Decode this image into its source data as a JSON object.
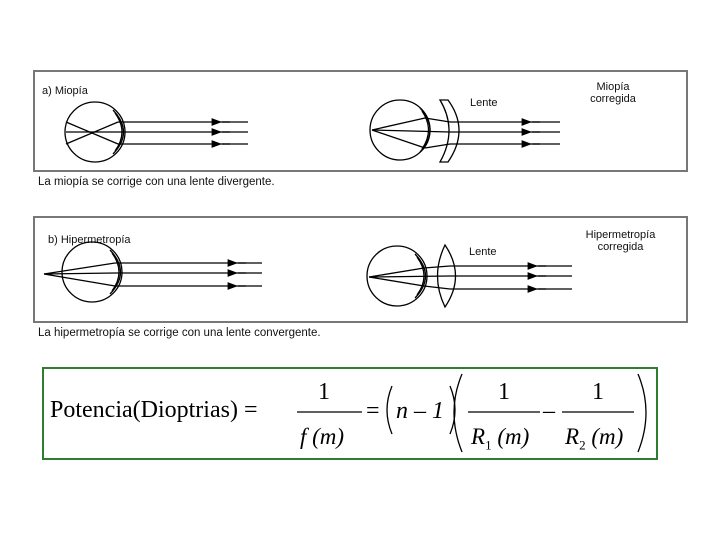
{
  "panel_a": {
    "label": "a) Miopía",
    "lente": "Lente",
    "corrected": [
      "Miopía",
      "corregida"
    ],
    "caption": "La miopía se corrige con una lente divergente."
  },
  "panel_b": {
    "label": "b) Hipermetropía",
    "lente": "Lente",
    "corrected": [
      "Hipermetropía",
      "corregida"
    ],
    "caption": "La hipermetropía se corrige con una lente convergente."
  },
  "formula": {
    "lhs": "Potencia(Dioptrias) =",
    "frac1_num": "1",
    "frac1_den": "f (m)",
    "eq": "=",
    "n_term": "n – 1",
    "frac2_num": "1",
    "frac2_den_r": "R",
    "frac2_den_sub": "1",
    "frac2_den_m": "(m)",
    "minus": "–",
    "frac3_num": "1",
    "frac3_den_r": "R",
    "frac3_den_sub": "2",
    "frac3_den_m": "(m)",
    "colors": {
      "border": "#2f7d32"
    }
  }
}
